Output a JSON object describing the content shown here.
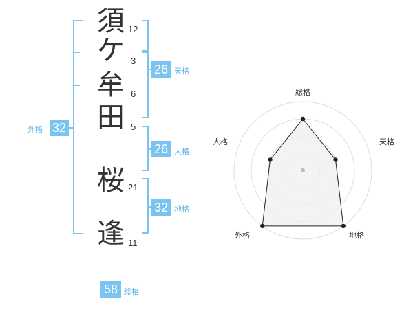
{
  "name": {
    "characters": [
      {
        "char": "須",
        "strokes": "12"
      },
      {
        "char": "ケ",
        "strokes": "3"
      },
      {
        "char": "牟",
        "strokes": "6"
      },
      {
        "char": "田",
        "strokes": "5"
      },
      {
        "char": "桜",
        "strokes": "21"
      },
      {
        "char": "逢",
        "strokes": "11"
      }
    ]
  },
  "kakusu": {
    "tenkaku": {
      "value": "26",
      "label": "天格"
    },
    "jinkaku": {
      "value": "26",
      "label": "人格"
    },
    "chikaku": {
      "value": "32",
      "label": "地格"
    },
    "gaikaku": {
      "value": "32",
      "label": "外格"
    },
    "soukaku": {
      "value": "58",
      "label": "総格"
    }
  },
  "chart_data": {
    "type": "radar",
    "axes": [
      "総格",
      "天格",
      "地格",
      "外格",
      "人格"
    ],
    "values": [
      3,
      2,
      4,
      4,
      2
    ],
    "max": 4,
    "rings": 4,
    "colors": {
      "fill": "#f0f0f0",
      "stroke": "#222222",
      "ring": "#dddddd"
    }
  },
  "colors": {
    "accent": "#7cc4f0",
    "label": "#5fb2e6"
  }
}
